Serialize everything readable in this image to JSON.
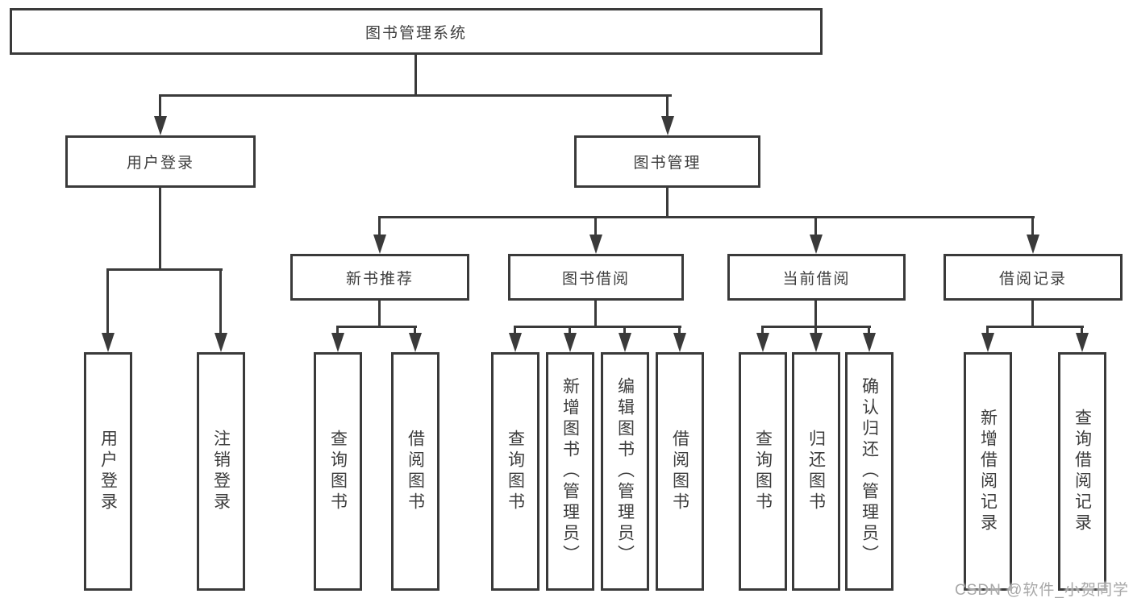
{
  "diagram": {
    "root": {
      "label": "图书管理系统"
    },
    "level2": [
      {
        "label": "用户登录"
      },
      {
        "label": "图书管理"
      }
    ],
    "level3": [
      {
        "label": "新书推荐"
      },
      {
        "label": "图书借阅"
      },
      {
        "label": "当前借阅"
      },
      {
        "label": "借阅记录"
      }
    ],
    "leaves": {
      "user_login": [
        {
          "label": "用户登录"
        },
        {
          "label": "注销登录"
        }
      ],
      "new_books": [
        {
          "label": "查询图书"
        },
        {
          "label": "借阅图书"
        }
      ],
      "book_borrow": [
        {
          "label": "查询图书"
        },
        {
          "label": "新增图书（管理员）"
        },
        {
          "label": "编辑图书（管理员）"
        },
        {
          "label": "借阅图书"
        }
      ],
      "current_borrow": [
        {
          "label": "查询图书"
        },
        {
          "label": "归还图书"
        },
        {
          "label": "确认归还（管理员）"
        }
      ],
      "borrow_records": [
        {
          "label": "新增借阅记录"
        },
        {
          "label": "查询借阅记录"
        }
      ]
    }
  },
  "watermark": {
    "text": "CSDN @软件_小贺同学"
  },
  "colors": {
    "line": "#3a3a3a",
    "text": "#3d3d3d",
    "watermark": "#a8a8a8",
    "background": "#ffffff"
  }
}
